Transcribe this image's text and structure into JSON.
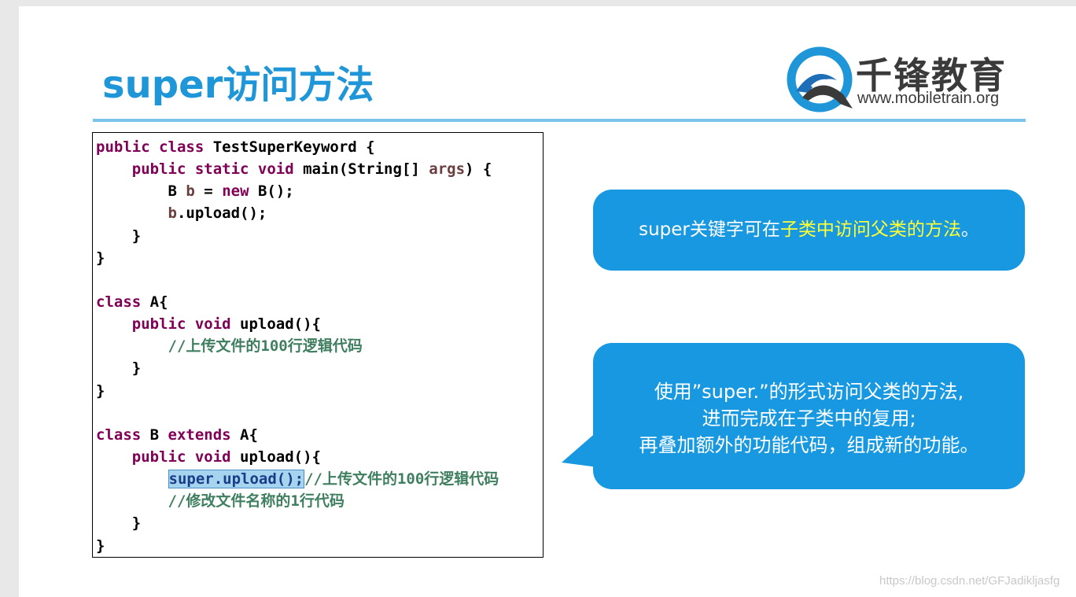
{
  "slide": {
    "title": "super访问方法",
    "logo": {
      "name": "千锋教育",
      "url": "www.mobiletrain.org"
    }
  },
  "code": {
    "l1": {
      "kw": "public class ",
      "rest": "TestSuperKeyword {"
    },
    "l2": {
      "indent": "    ",
      "kw": "public static void ",
      "rest": "main(String[] ",
      "param": "args",
      "end": ") {"
    },
    "l3": {
      "indent": "        ",
      "t1": "B ",
      "var": "b",
      "t2": " = ",
      "kw": "new ",
      "rest": "B();"
    },
    "l4": {
      "indent": "        ",
      "var": "b",
      "rest": ".upload();"
    },
    "l5": {
      "indent": "    ",
      "rest": "}"
    },
    "l6": {
      "rest": "}"
    },
    "l8": {
      "kw": "class ",
      "rest": "A{"
    },
    "l9": {
      "indent": "    ",
      "kw": "public void ",
      "rest": "upload(){"
    },
    "l10": {
      "indent": "        ",
      "comment": "//上传文件的100行逻辑代码"
    },
    "l11": {
      "indent": "    ",
      "rest": "}"
    },
    "l12": {
      "rest": "}"
    },
    "l14": {
      "kw": "class ",
      "rest": "B ",
      "kw2": "extends ",
      "rest2": "A{"
    },
    "l15": {
      "indent": "    ",
      "kw": "public void ",
      "rest": "upload(){"
    },
    "l16": {
      "indent": "        ",
      "highlight": "super.upload();",
      "comment": "//上传文件的100行逻辑代码"
    },
    "l17": {
      "indent": "        ",
      "comment": "//修改文件名称的1行代码"
    },
    "l18": {
      "indent": "    ",
      "rest": "}"
    },
    "l19": {
      "rest": "}"
    }
  },
  "callouts": {
    "first": {
      "prefix": "super关键字可在",
      "emphasis": "子类中访问父类的方法",
      "suffix": "。"
    },
    "second": {
      "line1": "使用”super.”的形式访问父类的方法,",
      "line2": "进而完成在子类中的复用;",
      "line3": "再叠加额外的功能代码，组成新的功能。"
    }
  },
  "watermark": "https://blog.csdn.net/GFJadikljasfg",
  "colors": {
    "title": "#1e96d8",
    "callout": "#1898e0",
    "emphasis": "#ffff33",
    "keyword": "#7f0055",
    "comment": "#3f7f5f"
  }
}
